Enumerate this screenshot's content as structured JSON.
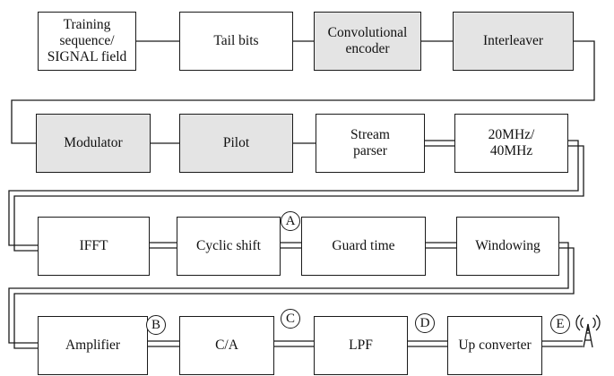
{
  "blocks": {
    "training": [
      "Training",
      "sequence/",
      "SIGNAL field"
    ],
    "tail_bits": "Tail bits",
    "conv_encoder": [
      "Convolutional",
      "encoder"
    ],
    "interleaver": "Interleaver",
    "modulator": "Modulator",
    "pilot": "Pilot",
    "stream_parser": [
      "Stream",
      "parser"
    ],
    "bandwidth": [
      "20MHz/",
      "40MHz"
    ],
    "ifft": "IFFT",
    "cyclic_shift": "Cyclic shift",
    "guard_time": "Guard time",
    "windowing": "Windowing",
    "amplifier": "Amplifier",
    "ca": "C/A",
    "lpf": "LPF",
    "up_converter": "Up converter"
  },
  "markers": {
    "a": "A",
    "b": "B",
    "c": "C",
    "d": "D",
    "e": "E"
  },
  "colors": {
    "line": "#1a1a1a",
    "shaded_fill": "#e4e4e4",
    "box_fill": "#ffffff"
  },
  "icons": {
    "antenna": "antenna-icon"
  }
}
